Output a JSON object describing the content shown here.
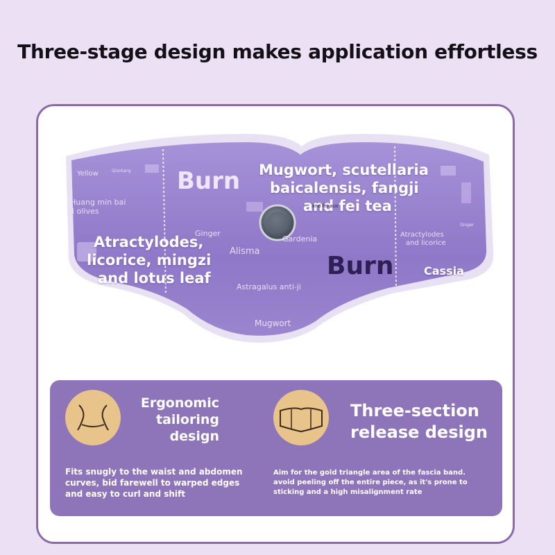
{
  "headline": "Three-stage design makes application effortless",
  "product": {
    "labels": {
      "burn_left": "Burn",
      "burn_right": "Burn",
      "herbs_top_line1": "Mugwort, scutellaria",
      "herbs_top_line2": "baicalensis, fangji",
      "herbs_top_line3": "and fei tea",
      "herbs_left_line1": "Atractylodes,",
      "herbs_left_line2": "licorice, mingzi",
      "herbs_left_line3": "and lotus leaf",
      "yellow": "Yellow",
      "qiantang": "Qiantang",
      "huangmin_line1": "Huang min bai",
      "huangmin_line2": "ji olives",
      "ginger_center": "Ginger",
      "alisma": "Alisma",
      "gardenia": "Gardenia",
      "astragalus": "Astragalus anti-ji",
      "mugwort": "Mugwort",
      "atractylodes_right_line1": "Atractylodes",
      "atractylodes_right_line2": "and licorice",
      "ginger_right": "Ginger",
      "cassia": "Cassia",
      "small_center": "and fei aus"
    }
  },
  "features": [
    {
      "title_line1": "Ergonomic",
      "title_line2": "tailoring",
      "title_line3": "design",
      "desc_line1": "Fits snugly to the waist and abdomen",
      "desc_line2": "curves, bid farewell to warped edges",
      "desc_line3": "and easy to curl and shift",
      "icon": "waist-outline-icon"
    },
    {
      "title_line1": "Three-section",
      "title_line2": "release design",
      "desc_line1": "Aim for the gold triangle area of the fascia band.",
      "desc_line2": "avoid peeling off the entire piece, as it's prone to",
      "desc_line3": "sticking and a high misalignment rate",
      "icon": "patch-outline-icon"
    }
  ],
  "colors": {
    "background": "#ece0f4",
    "panel_border": "#8b6aa8",
    "patch_purple": "#9b85cf",
    "info_box": "#8e74b8",
    "icon_gold": "#e8c48a"
  }
}
